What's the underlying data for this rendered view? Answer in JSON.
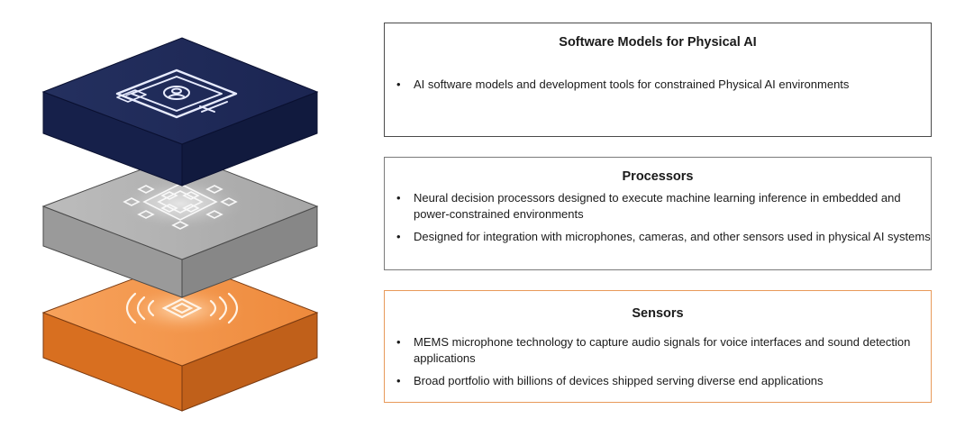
{
  "layers": [
    {
      "id": "software",
      "title": "Software Models for Physical AI",
      "bullets": [
        "AI software models and development tools for constrained Physical AI environments"
      ],
      "icon": "monitor-with-user-icon",
      "color": "#1f2b5c"
    },
    {
      "id": "processors",
      "title": "Processors",
      "bullets": [
        "Neural decision processors designed to execute machine learning inference in embedded and power-constrained environments",
        "Designed for integration with microphones, cameras, and other sensors used in physical AI systems"
      ],
      "icon": "chip-icon",
      "color": "#9c9c9c"
    },
    {
      "id": "sensors",
      "title": "Sensors",
      "bullets": [
        "MEMS microphone technology to capture audio signals for voice interfaces and sound detection applications",
        "Broad portfolio with billions of devices shipped serving diverse end applications"
      ],
      "icon": "sensor-signal-icon",
      "color": "#ea7e2e"
    }
  ]
}
